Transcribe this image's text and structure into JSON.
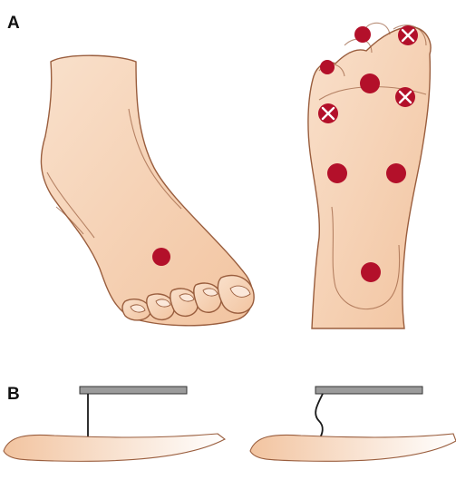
{
  "panels": [
    {
      "label": "A"
    },
    {
      "label": "B"
    }
  ],
  "colors": {
    "skin": "#f2c4a0",
    "skin_light": "#f9e0cb",
    "skin_outline": "#9a5e3e",
    "site_marker": "#b3102a",
    "marker_cross": "#ffffff",
    "filament_bar": "#9b9b9b",
    "filament_line": "#1a1a1a"
  },
  "icons": {
    "site_marker": "filled-circle",
    "excluded_site_marker": "circle-with-x"
  },
  "figure": {
    "panel_a": {
      "dorsal_foot": {
        "sites": [
          {
            "excluded": false
          }
        ]
      },
      "plantar_foot": {
        "sites": [
          {
            "excluded": false
          },
          {
            "excluded": true
          },
          {
            "excluded": false
          },
          {
            "excluded": false
          },
          {
            "excluded": true
          },
          {
            "excluded": true
          },
          {
            "excluded": false
          },
          {
            "excluded": false
          },
          {
            "excluded": false
          }
        ]
      }
    },
    "panel_b": {
      "filament_states": [
        "straight",
        "buckled"
      ]
    }
  }
}
